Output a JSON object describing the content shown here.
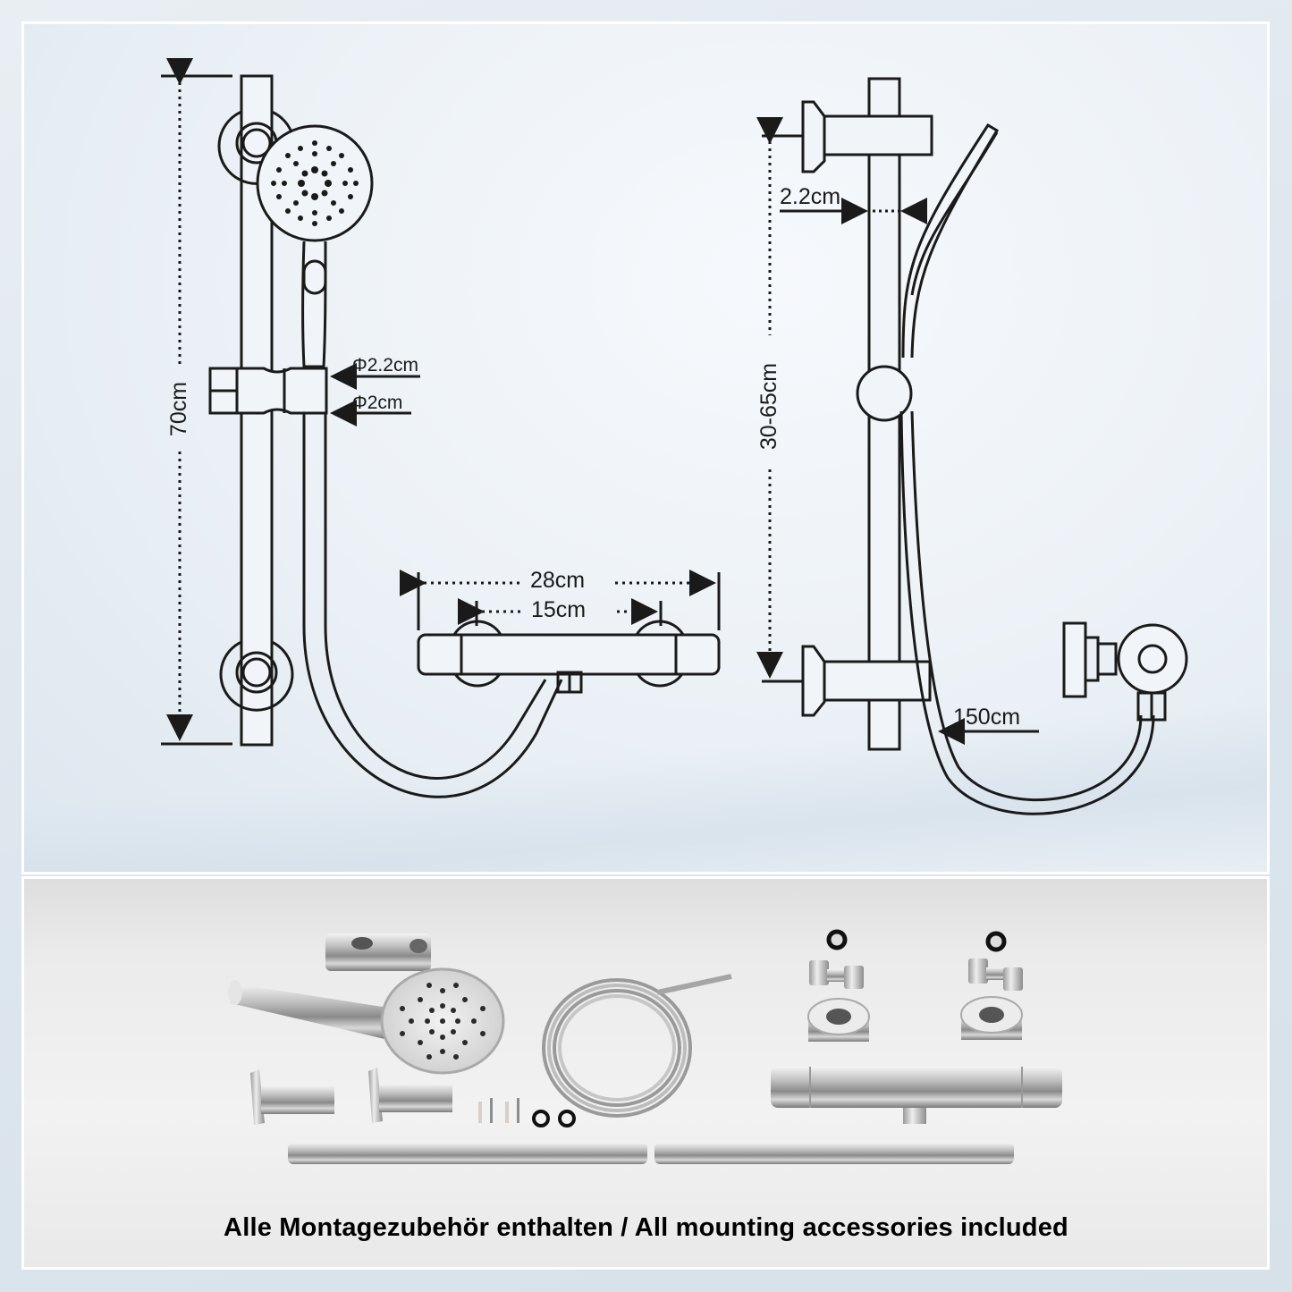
{
  "diagram": {
    "type": "product-dimension-drawing",
    "product": "thermostatic shower set with slide rail",
    "front_view": {
      "rail_height_label": "70cm",
      "handshower_outer_diameter_label": "Φ2.2cm",
      "hose_diameter_label": "Φ2cm",
      "mixer_total_width_label": "28cm",
      "mixer_center_distance_label": "15cm"
    },
    "side_view": {
      "rail_diameter_label": "2.2cm",
      "mounting_distance_label": "30-65cm",
      "hose_length_label": "150cm"
    }
  },
  "parts": {
    "items": [
      "slider-holder",
      "hand-shower",
      "wall-bracket-left",
      "wall-bracket-right",
      "screws-and-dowels",
      "seal-washers",
      "shower-hose",
      "s-connectors",
      "cover-rosettes",
      "thermostatic-mixer",
      "slide-rail"
    ],
    "caption": "Alle Montagezubehör enthalten / All mounting accessories included"
  },
  "colors": {
    "line": "#1a1a1a",
    "panel_top_bg": "#edf2f7",
    "panel_bottom_bg": "#eeeeee",
    "frame": "#ffffff"
  }
}
